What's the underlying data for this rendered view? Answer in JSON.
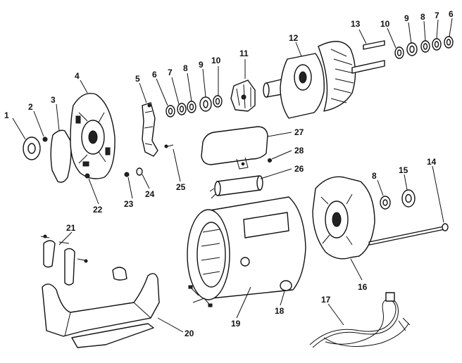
{
  "callouts": {
    "c1": "1",
    "c2": "2",
    "c3": "3",
    "c4": "4",
    "c5": "5",
    "c6a": "6",
    "c7a": "7",
    "c8a": "8",
    "c9a": "9",
    "c10a": "10",
    "c11": "11",
    "c12": "12",
    "c13": "13",
    "c10b": "10",
    "c9b": "9",
    "c8b": "8",
    "c7b": "7",
    "c6b": "6",
    "c27": "27",
    "c28": "28",
    "c26": "26",
    "c25": "25",
    "c24": "24",
    "c22": "22",
    "c23": "23",
    "c21": "21",
    "c20": "20",
    "c19": "19",
    "c18": "18",
    "c17": "17",
    "c16": "16",
    "c15": "15",
    "c14": "14",
    "c8c": "8"
  }
}
